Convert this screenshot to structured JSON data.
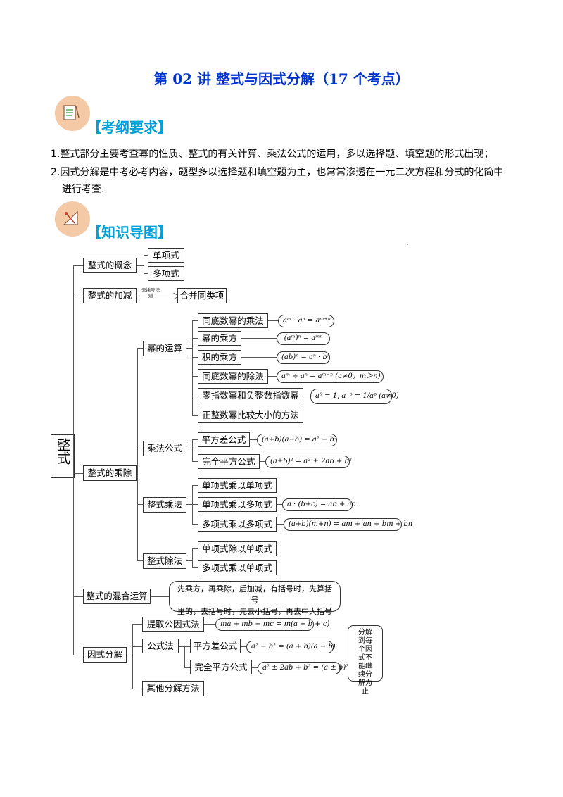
{
  "title": "第 02 讲  整式与因式分解（17 个考点）",
  "sections": {
    "requirements": "【考纲要求】",
    "mindmap": "【知识导图】"
  },
  "requirements": [
    "1.整式部分主要考查幂的性质、整式的有关计算、乘法公式的运用，多以选择题、填空题的形式出现；",
    "2.因式分解是中考必考内容，题型多以选择题和填空题为主，也常常渗透在一元二次方程和分式的化简中",
    "进行考查."
  ],
  "mindmap": {
    "root": "整式",
    "concept": {
      "label": "整式的概念",
      "children": [
        "单项式",
        "多项式"
      ]
    },
    "addsub": {
      "label": "整式的加减",
      "rule": "去括号法则",
      "result": "合并同类项"
    },
    "muldiv": {
      "label": "整式的乘除",
      "power": {
        "label": "幂的运算",
        "items": [
          "同底数幂的乘法",
          "幂的乘方",
          "积的乘方",
          "同底数幂的除法",
          "零指数幂和负整数指数幂",
          "正整数幂比较大小的方法"
        ],
        "formulas": [
          "aᵐ · aⁿ = aᵐ⁺ⁿ",
          "(aᵐ)ⁿ = aᵐⁿ",
          "(ab)ⁿ = aⁿ · bⁿ",
          "aᵐ ÷ aⁿ = aᵐ⁻ⁿ  (a≠0，m＞n)",
          "a⁰ = 1, a⁻ᵖ = 1/aᵖ (a≠0)"
        ]
      },
      "formula": {
        "label": "乘法公式",
        "items": [
          "平方差公式",
          "完全平方公式"
        ],
        "formulas": [
          "(a+b)(a−b) = a² − b²",
          "(a±b)² = a² ± 2ab + b²"
        ]
      },
      "mul": {
        "label": "整式乘法",
        "items": [
          "单项式乘以单项式",
          "单项式乘以多项式",
          "多项式乘以多项式"
        ],
        "formulas": [
          "a · (b+c) = ab + ac",
          "(a+b)(m+n) = am + an + bm + bn"
        ]
      },
      "div": {
        "label": "整式除法",
        "items": [
          "单项式除以单项式",
          "多项式乘以单项式"
        ]
      }
    },
    "mixed": {
      "label": "整式的混合运算",
      "note": [
        "先乘方，再乘除，后加减，有括号时，先算括号",
        "里的，去括号时，先去小括号，再去中大括号"
      ]
    },
    "factor": {
      "label": "因式分解",
      "extract": {
        "label": "提取公因式法",
        "formula": "ma + mb + mc = m(a + b + c)"
      },
      "formula_method": {
        "label": "公式法",
        "items": [
          "平方差公式",
          "完全平方公式"
        ],
        "formulas": [
          "a² − b² = (a + b)(a − b)",
          "a² ± 2ab + b² = (a ± b)²"
        ]
      },
      "other": "其他分解方法",
      "note": "分解到每个因式不能继续分解为止"
    }
  },
  "colors": {
    "title": "#0033cc",
    "section": "#00a0d8",
    "icon_bg": "#f4c9a6"
  }
}
